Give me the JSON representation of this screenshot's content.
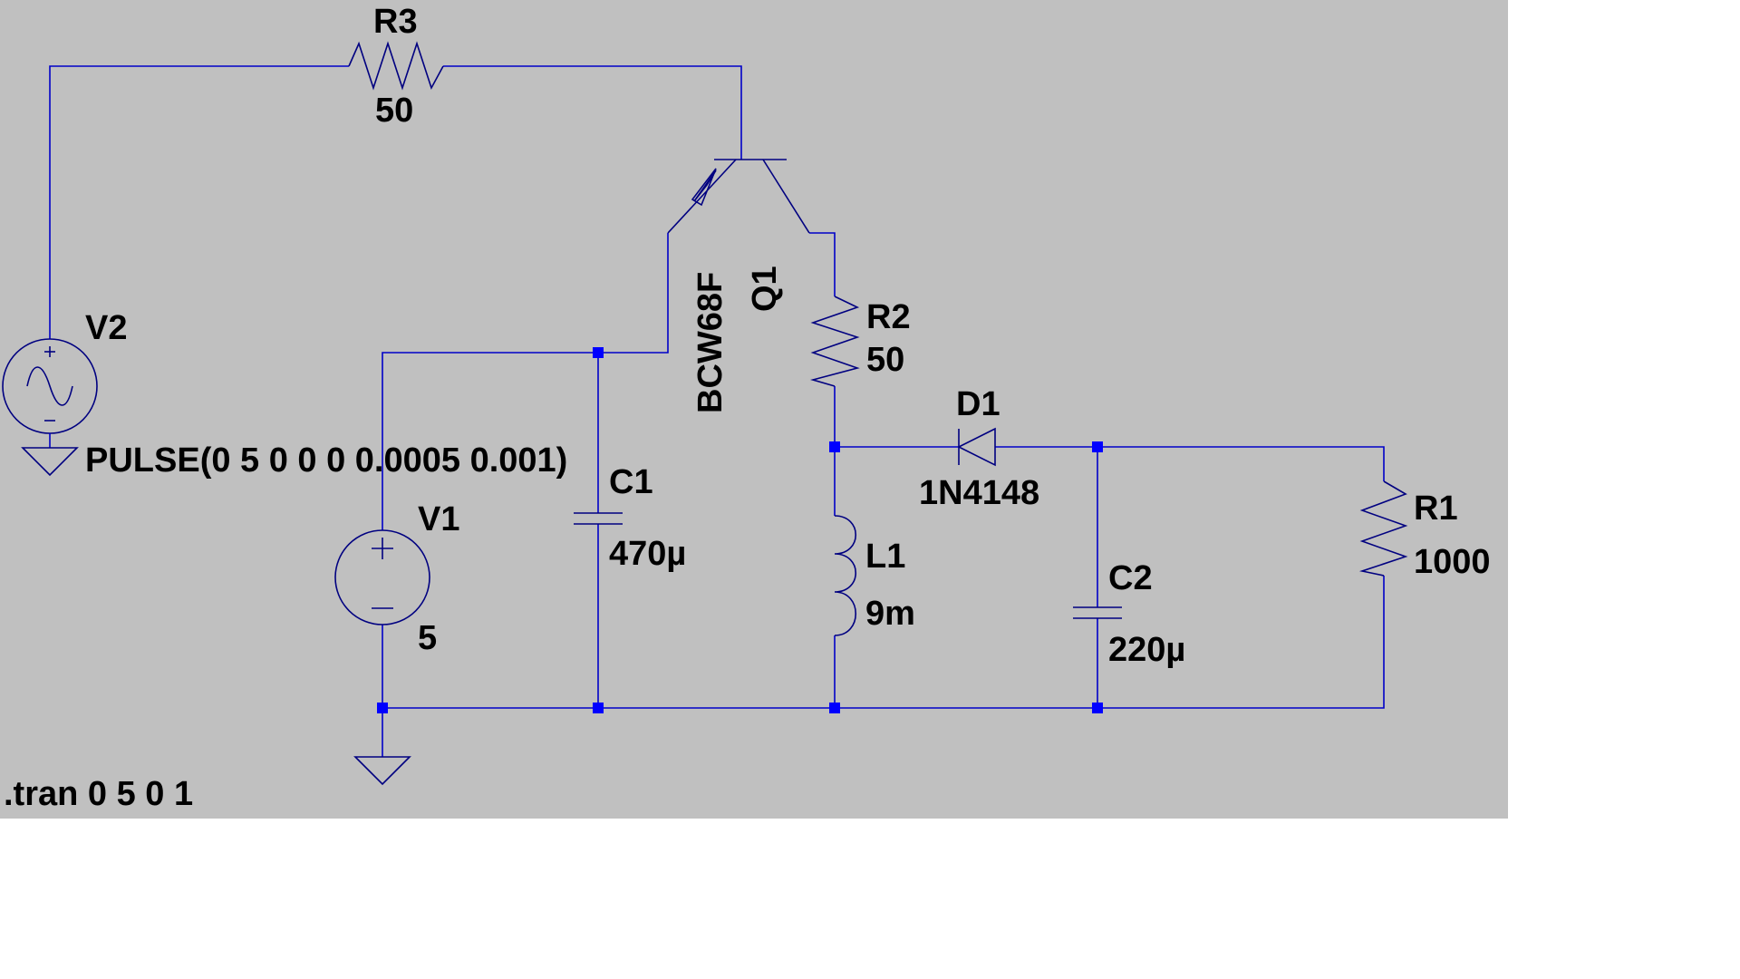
{
  "components": {
    "r3": {
      "ref": "R3",
      "value": "50"
    },
    "r2": {
      "ref": "R2",
      "value": "50"
    },
    "r1": {
      "ref": "R1",
      "value": "1000"
    },
    "c1": {
      "ref": "C1",
      "value": "470µ"
    },
    "c2": {
      "ref": "C2",
      "value": "220µ"
    },
    "l1": {
      "ref": "L1",
      "value": "9m"
    },
    "d1": {
      "ref": "D1",
      "value": "1N4148"
    },
    "q1": {
      "ref": "Q1",
      "value": "BCW68F"
    },
    "v1": {
      "ref": "V1",
      "value": "5"
    },
    "v2": {
      "ref": "V2",
      "value": "PULSE(0 5 0 0 0 0.0005 0.001)"
    }
  },
  "directive": ".tran 0 5 0 1",
  "colors": {
    "background": "#c0c0c0",
    "page": "#ffffff",
    "wire": "#0000c8",
    "junction": "#0000ff",
    "text": "#000000"
  },
  "icons": {
    "ground": "ground-icon",
    "ac_source": "sine-source-icon",
    "dc_source": "dc-source-icon"
  }
}
